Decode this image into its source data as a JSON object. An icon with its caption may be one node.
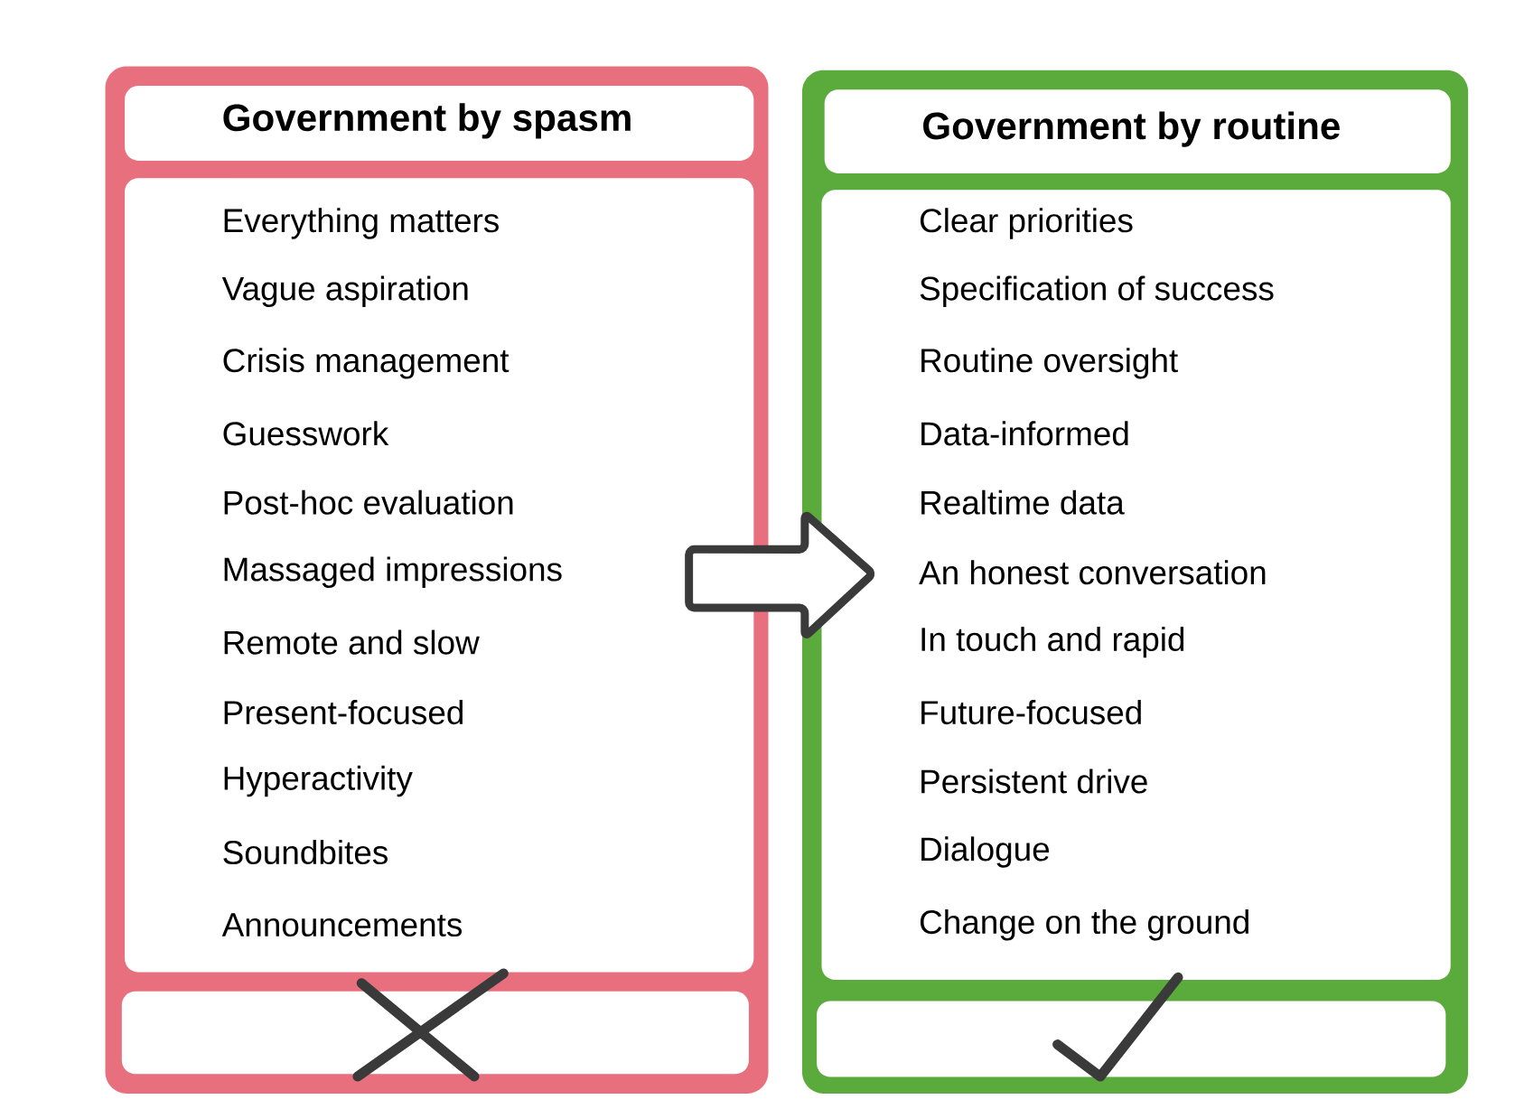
{
  "diagram": {
    "nodes": [
      {
        "text": [],
        "shape": "box"
      },
      {
        "text": [
          "Government by spasm"
        ],
        "in": 0
      },
      {
        "text": [
          "Everything matters",
          "Vague aspiration",
          "Crisis management",
          "Guesswork",
          "Post-hoc evaluation",
          "Massaged impressions",
          "Remote and slow",
          "Present-focused",
          "Hyperactivity",
          "Soundbites",
          "Announcements"
        ],
        "in": 0
      },
      {
        "text": [],
        "shape": "box",
        "in": 0
      },
      {
        "text": [],
        "shape": "box"
      },
      {
        "text": [
          "Government by routine"
        ],
        "in": 4
      },
      {
        "text": [
          "Clear priorities",
          "Specification of success",
          "Routine oversight",
          "Data-informed",
          "Realtime data",
          "An honest conversation",
          "In touch and rapid",
          "Future-focused",
          "Persistent drive",
          "Dialogue",
          "Change on the ground"
        ],
        "in": 4
      },
      {
        "text": [],
        "shape": "box",
        "in": 4
      }
    ],
    "edges": [
      {
        "from": 0,
        "to": 4,
        "arrow": "to"
      }
    ]
  }
}
